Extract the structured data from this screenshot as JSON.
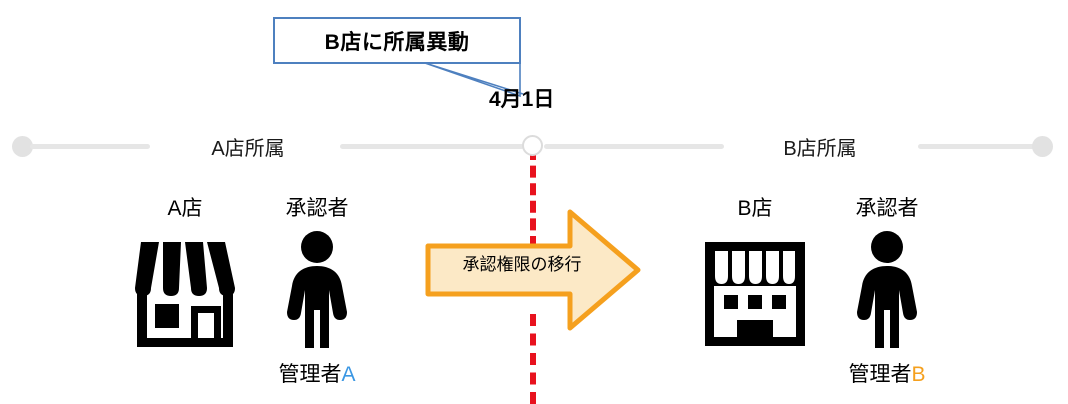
{
  "callout": {
    "text": "B店に所属異動",
    "border_color": "#4E80BF"
  },
  "date_marker": {
    "label": "4月1日"
  },
  "timeline": {
    "left_period_label": "A店所属",
    "right_period_label": "B店所属",
    "line_color": "#E6E6E6",
    "endpoint_color": "#E2E2E2",
    "change_point_color": "#FFFFFF"
  },
  "divider": {
    "style": "dashed",
    "color": "#E8121E"
  },
  "transfer": {
    "label": "承認権限の移行",
    "fill_color": "#FCE9C6",
    "border_color": "#F5A01E",
    "direction": "right"
  },
  "left_side": {
    "store": {
      "title": "A店",
      "icon": "storefront-awning-icon",
      "caption": ""
    },
    "person": {
      "title": "承認者",
      "icon": "person-icon",
      "caption_prefix": "管理者",
      "caption_tag": "A",
      "caption_tag_color": "#3B97E3"
    }
  },
  "right_side": {
    "store": {
      "title": "B店",
      "icon": "shop-building-icon",
      "caption": ""
    },
    "person": {
      "title": "承認者",
      "icon": "person-icon",
      "caption_prefix": "管理者",
      "caption_tag": "B",
      "caption_tag_color": "#F5A01E"
    }
  }
}
